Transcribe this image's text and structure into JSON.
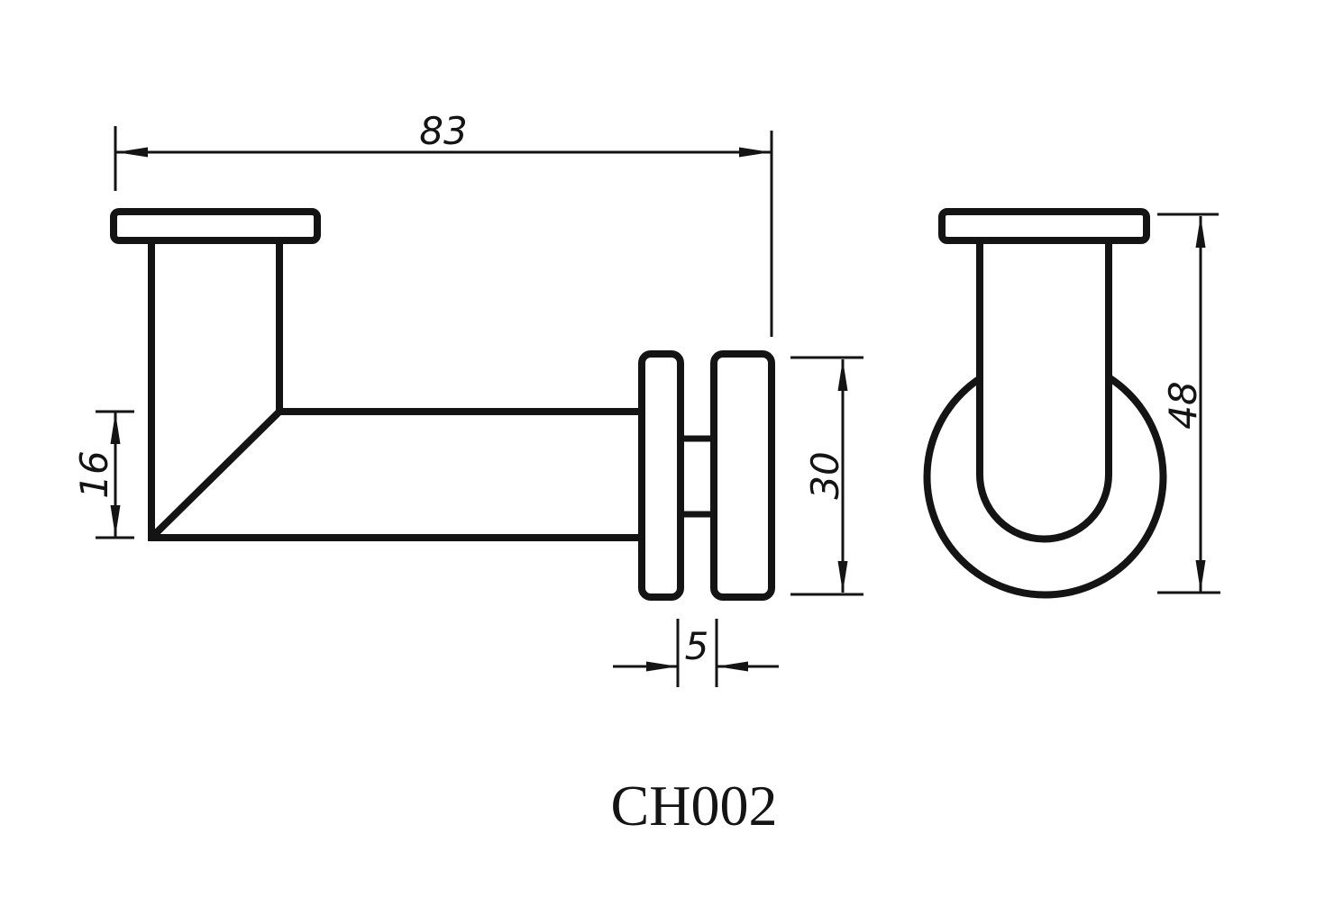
{
  "title_block": {
    "part_number": "CH002"
  },
  "dimensions": {
    "overall_length": "83",
    "arm_drop": "16",
    "clamp_plate_height": "30",
    "glass_gap": "5",
    "overall_height": "48"
  },
  "colors": {
    "ink": "#141414",
    "paper": "#ffffff"
  }
}
